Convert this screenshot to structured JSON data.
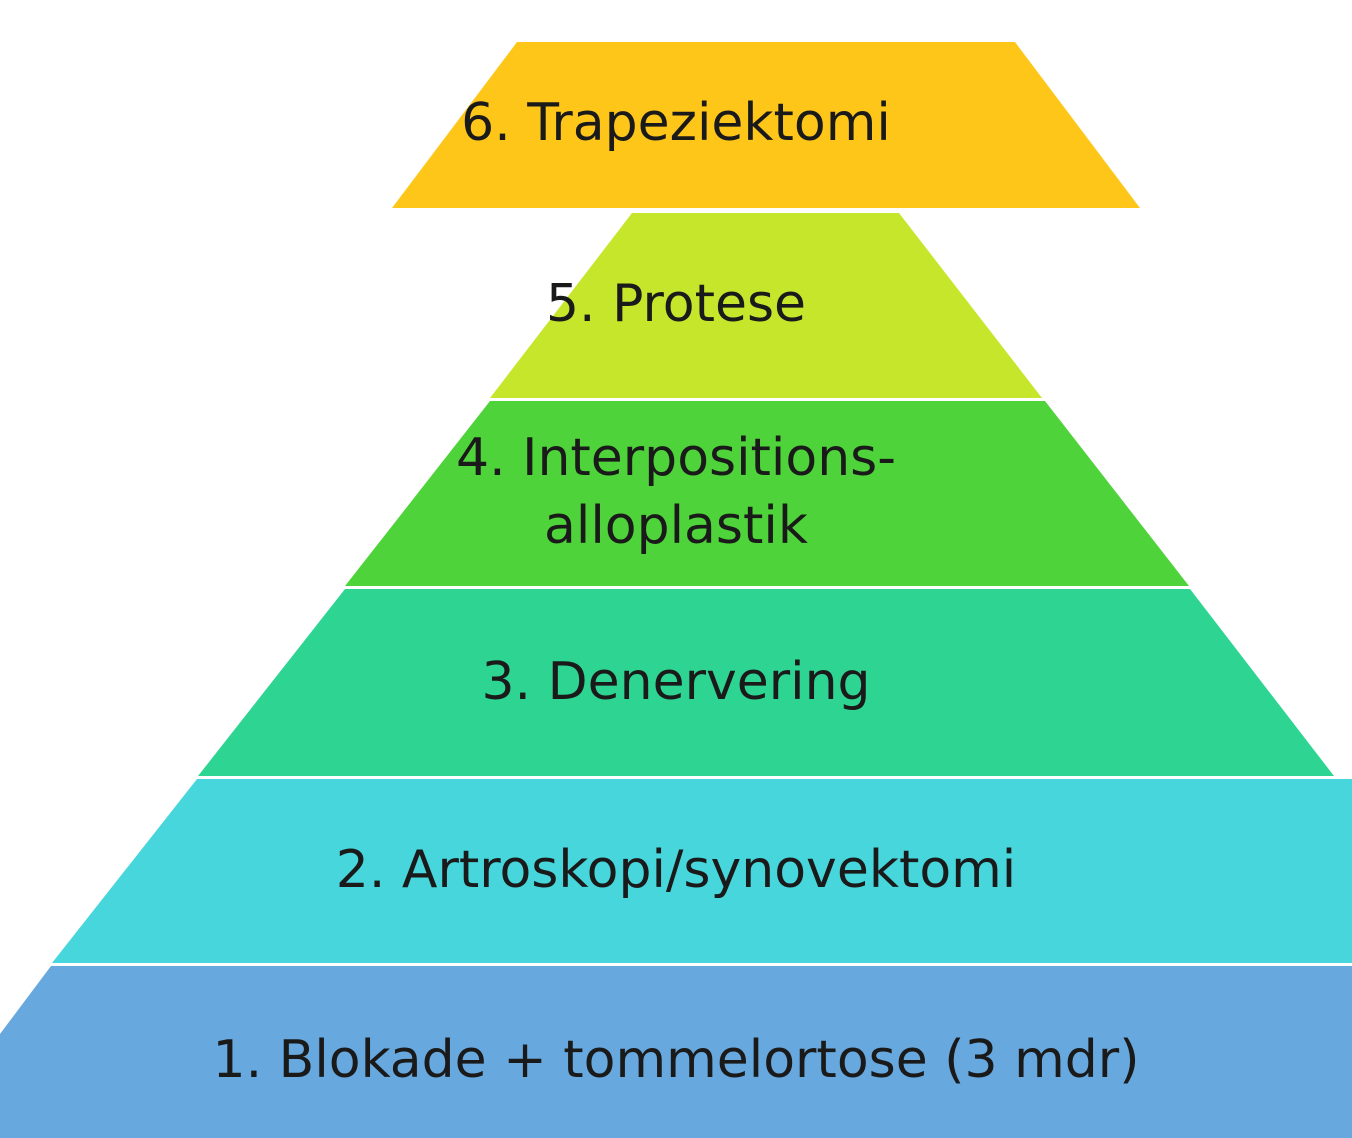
{
  "levels": [
    {
      "label": "6. Trapeziektomi",
      "color": "#ffc61a"
    },
    {
      "label": "5. Protese",
      "color": "#c6e62c"
    },
    {
      "label": "4. Interpositions-",
      "label2": "alloplastik",
      "color": "#4fd33a"
    },
    {
      "label": "3. Denervering",
      "color": "#2ed592"
    },
    {
      "label": "2. Artroskopi/synovektomi",
      "color": "#46d6dc"
    },
    {
      "label": "1. Blokade + tommelortose (3 mdr)",
      "color": "#67a8de"
    }
  ]
}
